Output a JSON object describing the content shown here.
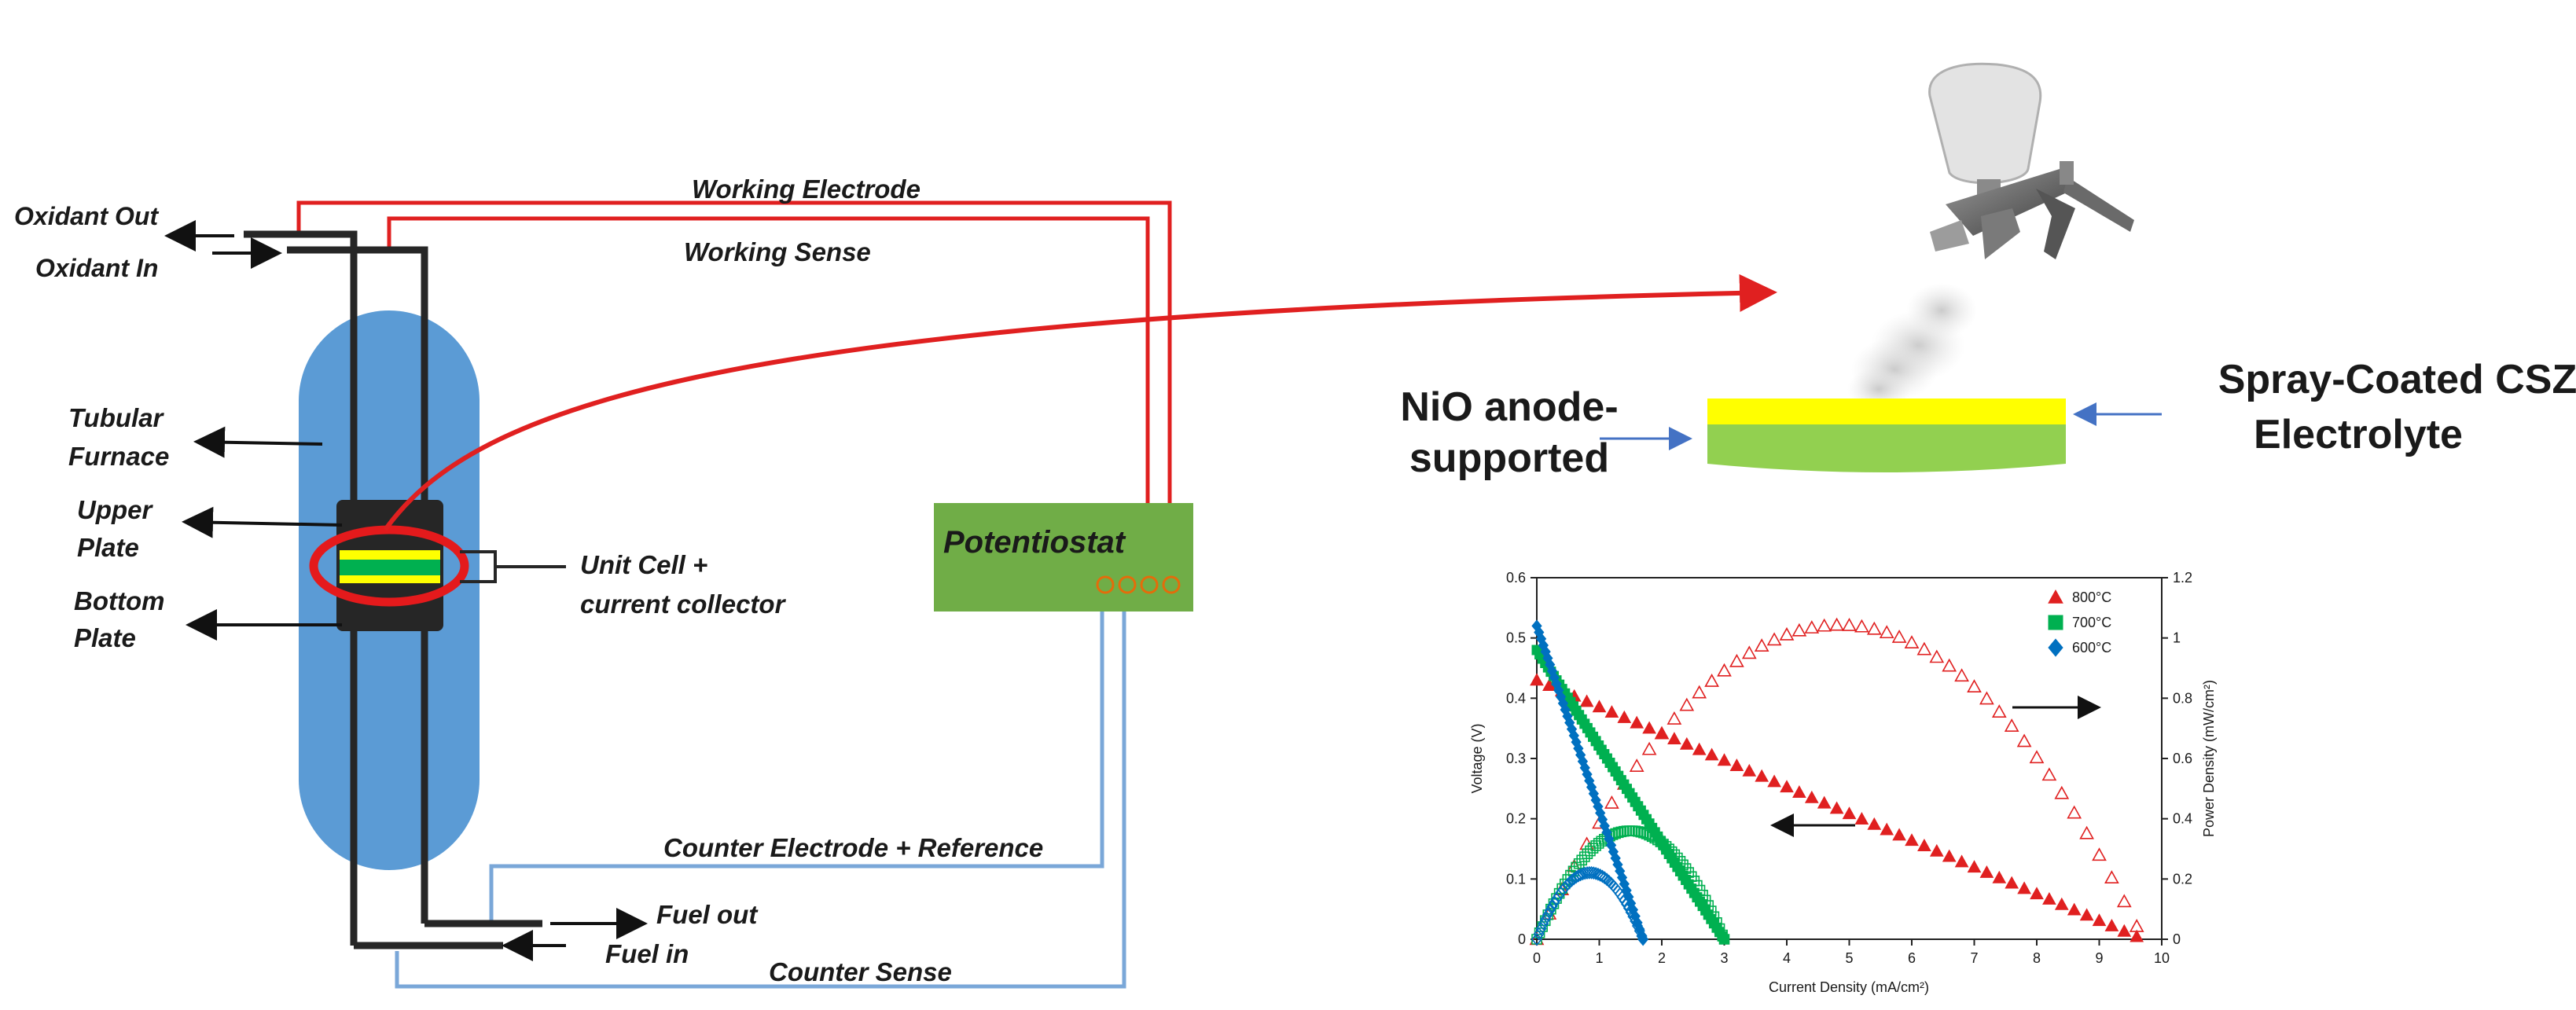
{
  "setup": {
    "labels": {
      "oxidant_out": "Oxidant Out",
      "oxidant_in": "Oxidant In",
      "working_electrode": "Working Electrode",
      "working_sense": "Working Sense",
      "tubular": "Tubular",
      "furnace": "Furnace",
      "upper": "Upper",
      "plate_upper": "Plate",
      "bottom": "Bottom",
      "plate_bottom": "Plate",
      "unit_cell_1": "Unit Cell  +",
      "unit_cell_2": "current collector",
      "potentiostat": "Potentiostat",
      "counter_electrode_reference": "Counter Electrode + Reference",
      "fuel_out": "Fuel out",
      "fuel_in": "Fuel in",
      "counter_sense": "Counter Sense"
    },
    "colors": {
      "furnace": "#5b9bd5",
      "plate": "#262626",
      "red_wire": "#e02020",
      "blue_wire": "#7aa7d8",
      "potentiostat": "#70ad47",
      "electrolyte_yellow": "#ffff00",
      "anode_green": "#00b050"
    }
  },
  "spray": {
    "left_label_1": "NiO anode-",
    "left_label_2": "supported",
    "right_label_1": "Spray-Coated CSZ",
    "right_label_2": "Electrolyte",
    "colors": {
      "yellow": "#ffff00",
      "green": "#92d050",
      "arrow": "#4472c4"
    }
  },
  "chart_data": {
    "type": "scatter",
    "xlabel": "Current Density (mA/cm²)",
    "ylabel": "Voltage (V)",
    "y2label": "Power Density  (mW/cm²)",
    "xlim": [
      0,
      10
    ],
    "ylim": [
      0,
      0.6
    ],
    "y2lim": [
      0,
      1.2
    ],
    "xticks": [
      "0",
      "1",
      "2",
      "3",
      "4",
      "5",
      "6",
      "7",
      "8",
      "9",
      "10"
    ],
    "yticks": [
      "0",
      "0.1",
      "0.2",
      "0.3",
      "0.4",
      "0.5",
      "0.6"
    ],
    "y2ticks": [
      "0",
      "0.2",
      "0.4",
      "0.6",
      "0.8",
      "1",
      "1.2"
    ],
    "legend_position": "top-right",
    "series": [
      {
        "name": "800°C",
        "color": "#e02020",
        "marker": "triangle",
        "ocv": 0.43,
        "isc": 9.7
      },
      {
        "name": "700°C",
        "color": "#00b050",
        "marker": "square",
        "ocv": 0.48,
        "isc": 3.0
      },
      {
        "name": "600°C",
        "color": "#0070c0",
        "marker": "diamond",
        "ocv": 0.52,
        "isc": 1.7
      }
    ]
  }
}
